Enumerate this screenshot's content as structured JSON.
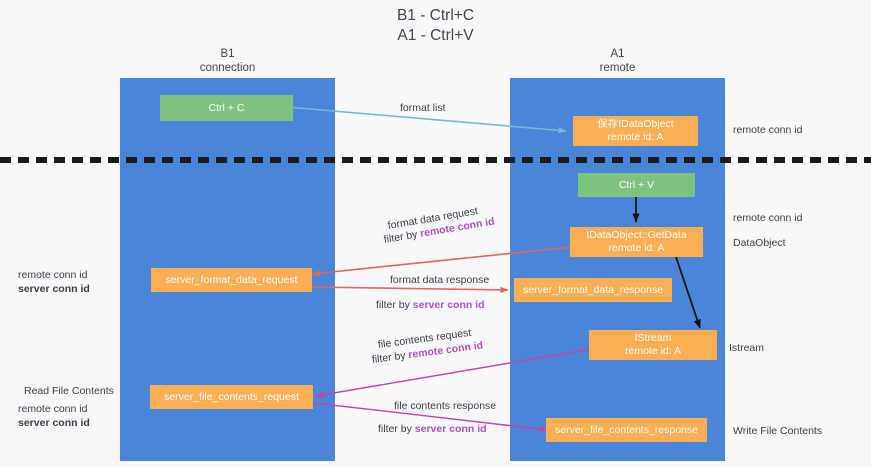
{
  "title": {
    "line1": "B1 - Ctrl+C",
    "line2": "A1 - Ctrl+V"
  },
  "lanes": [
    {
      "id": "b1",
      "name": "B1",
      "role": "connection"
    },
    {
      "id": "a1",
      "name": "A1",
      "role": "remote"
    }
  ],
  "colors": {
    "lane": "#4a86d8",
    "green_node": "#7dc37d",
    "orange_node": "#fbae54",
    "purple_text": "#b14fc5",
    "green_text": "#6aa84f",
    "blue_arrow": "#7bb3e0",
    "red_arrow": "#e8615a",
    "black_arrow": "#111111",
    "magenta_arrow": "#cf3fa8",
    "background": "#f7f8fa"
  },
  "nodes": {
    "ctrl_c": {
      "label": "Ctrl + C"
    },
    "save_idataobject": {
      "line1": "保存IDataObject",
      "line2": "remote id: A"
    },
    "ctrl_v": {
      "label": "Ctrl + V"
    },
    "getdata": {
      "line1": "IDataObject::GetData",
      "line2": "remote id: A"
    },
    "server_format_data_request": {
      "label": "server_format_data_request"
    },
    "server_format_data_response": {
      "label": "server_format_data_response"
    },
    "istream": {
      "line1": "IStream",
      "line2": "remote id: A"
    },
    "server_file_contents_request": {
      "label": "server_file_contents_request"
    },
    "server_file_contents_response": {
      "label": "server_file_contents_response"
    }
  },
  "edge_labels": {
    "format_list": "format list",
    "format_data_request": "format data request",
    "format_data_request_filter_prefix": "filter by ",
    "format_data_request_filter_key": "remote conn id",
    "format_data_response": "format data response",
    "format_data_response_filter_prefix": "filter by ",
    "format_data_response_filter_key": "server conn id",
    "file_contents_request": "file contents request",
    "file_contents_request_filter_prefix": "filter by ",
    "file_contents_request_filter_key": "remote conn id",
    "file_contents_response": "file contents response",
    "file_contents_response_filter_prefix": "filter by ",
    "file_contents_response_filter_key": "server conn id"
  },
  "annotations": {
    "right_top_remote_conn_id": "remote conn id",
    "right_mid_remote_conn_id": "remote conn id",
    "right_dataobject": "DataObject",
    "right_istream": "Istream",
    "right_write_file_contents": "Write File Contents",
    "left_remote_conn_id_1": "remote conn id",
    "left_server_conn_id_1": "server conn id",
    "left_read_file_contents": "Read File Contents",
    "left_remote_conn_id_2": "remote conn id",
    "left_server_conn_id_2": "server conn id"
  }
}
